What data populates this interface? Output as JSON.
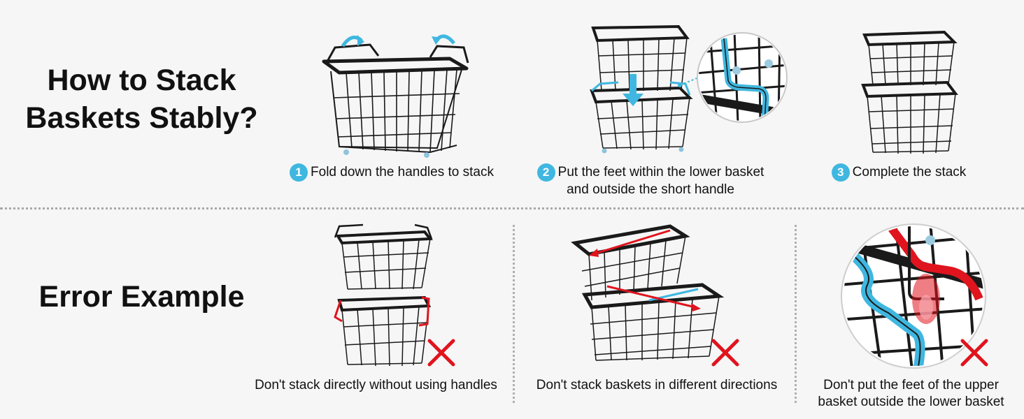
{
  "section_top": {
    "title_line1": "How to Stack",
    "title_line2": "Baskets Stably?",
    "steps": [
      {
        "number": "1",
        "text": "Fold down the handles to stack"
      },
      {
        "number": "2",
        "line1": "Put the feet within the lower basket",
        "line2": "and outside the short handle"
      },
      {
        "number": "3",
        "text": "Complete the stack"
      }
    ]
  },
  "section_bottom": {
    "title": "Error Example",
    "errors": [
      {
        "text": "Don't stack directly without using handles"
      },
      {
        "text": "Don't stack baskets in different directions"
      },
      {
        "line1": "Don't put the feet of the upper",
        "line2": "basket outside the lower basket"
      }
    ]
  },
  "colors": {
    "accent": "#3fb7e0",
    "error": "#e0141e",
    "wire": "#1a1a1a"
  },
  "icons": [
    "rotate-arrow-icon",
    "down-arrow-icon",
    "error-x-icon",
    "magnifier-circle"
  ]
}
